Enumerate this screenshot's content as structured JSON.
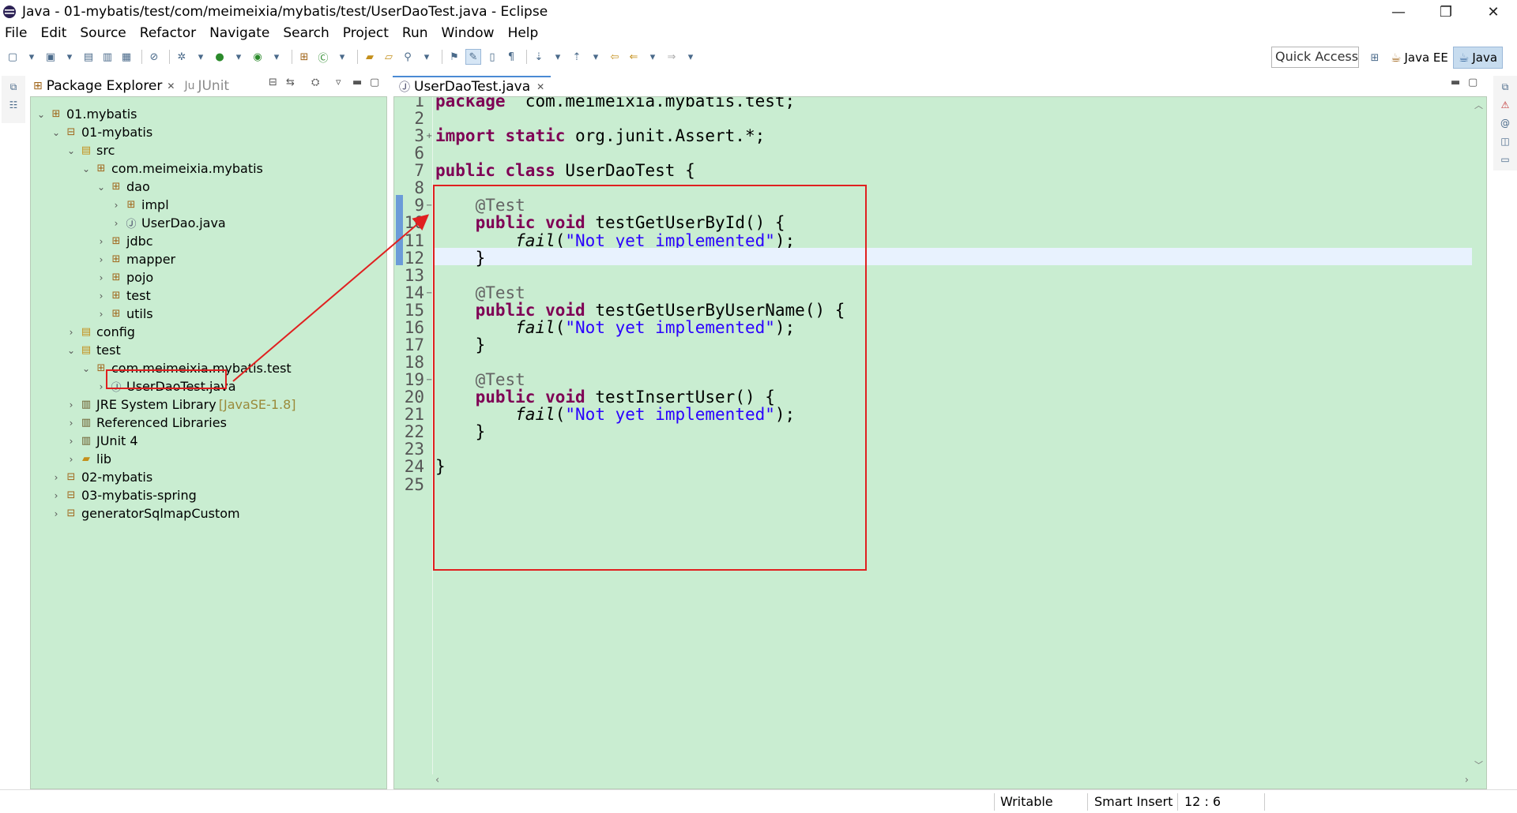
{
  "window": {
    "title": "Java - 01-mybatis/test/com/meimeixia/mybatis/test/UserDaoTest.java - Eclipse",
    "minimize_glyph": "—",
    "maximize_glyph": "❐",
    "close_glyph": "✕"
  },
  "menu": [
    "File",
    "Edit",
    "Source",
    "Refactor",
    "Navigate",
    "Search",
    "Project",
    "Run",
    "Window",
    "Help"
  ],
  "toolbar": {
    "quick_access": "Quick Access",
    "perspectives": [
      {
        "label": "Java EE",
        "icon": "javaee-perspective-icon",
        "active": false
      },
      {
        "label": "Java",
        "icon": "java-perspective-icon",
        "active": true
      }
    ]
  },
  "left_view": {
    "tabs": [
      {
        "label": "Package Explorer",
        "close": "✕",
        "active": true
      },
      {
        "label": "JUnit",
        "active": false
      }
    ]
  },
  "tree": [
    {
      "indent": 0,
      "twisty": "⌄",
      "icon": "project-icon",
      "label": "01.mybatis",
      "decoration": ""
    },
    {
      "indent": 1,
      "twisty": "⌄",
      "icon": "java-project-icon",
      "label": "01-mybatis",
      "decoration": ""
    },
    {
      "indent": 2,
      "twisty": "⌄",
      "icon": "source-folder-icon",
      "label": "src",
      "decoration": ""
    },
    {
      "indent": 3,
      "twisty": "⌄",
      "icon": "package-icon",
      "label": "com.meimeixia.mybatis",
      "decoration": ""
    },
    {
      "indent": 4,
      "twisty": "⌄",
      "icon": "package-icon",
      "label": "dao",
      "decoration": ""
    },
    {
      "indent": 5,
      "twisty": "›",
      "icon": "package-icon",
      "label": "impl",
      "decoration": ""
    },
    {
      "indent": 5,
      "twisty": "›",
      "icon": "java-file-icon",
      "label": "UserDao.java",
      "decoration": ""
    },
    {
      "indent": 4,
      "twisty": "›",
      "icon": "package-icon",
      "label": "jdbc",
      "decoration": ""
    },
    {
      "indent": 4,
      "twisty": "›",
      "icon": "package-icon",
      "label": "mapper",
      "decoration": ""
    },
    {
      "indent": 4,
      "twisty": "›",
      "icon": "package-icon",
      "label": "pojo",
      "decoration": ""
    },
    {
      "indent": 4,
      "twisty": "›",
      "icon": "package-icon",
      "label": "test",
      "decoration": ""
    },
    {
      "indent": 4,
      "twisty": "›",
      "icon": "package-icon",
      "label": "utils",
      "decoration": ""
    },
    {
      "indent": 2,
      "twisty": "›",
      "icon": "source-folder-icon",
      "label": "config",
      "decoration": ""
    },
    {
      "indent": 2,
      "twisty": "⌄",
      "icon": "source-folder-icon",
      "label": "test",
      "decoration": ""
    },
    {
      "indent": 3,
      "twisty": "⌄",
      "icon": "package-icon",
      "label": "com.meimeixia.mybatis.test",
      "decoration": ""
    },
    {
      "indent": 4,
      "twisty": "›",
      "icon": "java-file-icon",
      "label": "UserDaoTest.java",
      "decoration": ""
    },
    {
      "indent": 2,
      "twisty": "›",
      "icon": "library-icon",
      "label": "JRE System Library",
      "decoration": "[JavaSE-1.8]"
    },
    {
      "indent": 2,
      "twisty": "›",
      "icon": "library-icon",
      "label": "Referenced Libraries",
      "decoration": ""
    },
    {
      "indent": 2,
      "twisty": "›",
      "icon": "library-icon",
      "label": "JUnit 4",
      "decoration": ""
    },
    {
      "indent": 2,
      "twisty": "›",
      "icon": "folder-icon",
      "label": "lib",
      "decoration": ""
    },
    {
      "indent": 1,
      "twisty": "›",
      "icon": "java-project-icon",
      "label": "02-mybatis",
      "decoration": ""
    },
    {
      "indent": 1,
      "twisty": "›",
      "icon": "java-project-icon",
      "label": "03-mybatis-spring",
      "decoration": ""
    },
    {
      "indent": 1,
      "twisty": "›",
      "icon": "java-project-icon",
      "label": "generatorSqlmapCustom",
      "decoration": ""
    }
  ],
  "editor": {
    "tab_label": "UserDaoTest.java",
    "tab_close": "✕",
    "current_line": 12,
    "lines": [
      {
        "n": 1,
        "fold": "",
        "tokens": [
          [
            "kw",
            "package"
          ],
          [
            "",
            "  com.meimeixia.mybatis.test;"
          ]
        ]
      },
      {
        "n": 2,
        "fold": "",
        "tokens": []
      },
      {
        "n": 3,
        "fold": "+",
        "tokens": [
          [
            "kw",
            "import"
          ],
          [
            "",
            " "
          ],
          [
            "kw",
            "static"
          ],
          [
            "",
            " org.junit.Assert.*;"
          ]
        ]
      },
      {
        "n": 6,
        "fold": "",
        "tokens": []
      },
      {
        "n": 7,
        "fold": "",
        "tokens": [
          [
            "kw",
            "public"
          ],
          [
            "",
            " "
          ],
          [
            "kw",
            "class"
          ],
          [
            "",
            " UserDaoTest {"
          ]
        ]
      },
      {
        "n": 8,
        "fold": "",
        "tokens": []
      },
      {
        "n": 9,
        "fold": "−",
        "tokens": [
          [
            "",
            "    "
          ],
          [
            "ann",
            "@Test"
          ]
        ]
      },
      {
        "n": 10,
        "fold": "",
        "tokens": [
          [
            "",
            "    "
          ],
          [
            "kw",
            "public"
          ],
          [
            "",
            " "
          ],
          [
            "kw",
            "void"
          ],
          [
            "",
            " testGetUserById() {"
          ]
        ]
      },
      {
        "n": 11,
        "fold": "",
        "tokens": [
          [
            "",
            "        "
          ],
          [
            "it",
            "fail"
          ],
          [
            "",
            "("
          ],
          [
            "str",
            "\"Not yet implemented\""
          ],
          [
            "",
            ");"
          ]
        ]
      },
      {
        "n": 12,
        "fold": "",
        "tokens": [
          [
            "",
            "    }"
          ]
        ]
      },
      {
        "n": 13,
        "fold": "",
        "tokens": []
      },
      {
        "n": 14,
        "fold": "−",
        "tokens": [
          [
            "",
            "    "
          ],
          [
            "ann",
            "@Test"
          ]
        ]
      },
      {
        "n": 15,
        "fold": "",
        "tokens": [
          [
            "",
            "    "
          ],
          [
            "kw",
            "public"
          ],
          [
            "",
            " "
          ],
          [
            "kw",
            "void"
          ],
          [
            "",
            " testGetUserByUserName() {"
          ]
        ]
      },
      {
        "n": 16,
        "fold": "",
        "tokens": [
          [
            "",
            "        "
          ],
          [
            "it",
            "fail"
          ],
          [
            "",
            "("
          ],
          [
            "str",
            "\"Not yet implemented\""
          ],
          [
            "",
            ");"
          ]
        ]
      },
      {
        "n": 17,
        "fold": "",
        "tokens": [
          [
            "",
            "    }"
          ]
        ]
      },
      {
        "n": 18,
        "fold": "",
        "tokens": []
      },
      {
        "n": 19,
        "fold": "−",
        "tokens": [
          [
            "",
            "    "
          ],
          [
            "ann",
            "@Test"
          ]
        ]
      },
      {
        "n": 20,
        "fold": "",
        "tokens": [
          [
            "",
            "    "
          ],
          [
            "kw",
            "public"
          ],
          [
            "",
            " "
          ],
          [
            "kw",
            "void"
          ],
          [
            "",
            " testInsertUser() {"
          ]
        ]
      },
      {
        "n": 21,
        "fold": "",
        "tokens": [
          [
            "",
            "        "
          ],
          [
            "it",
            "fail"
          ],
          [
            "",
            "("
          ],
          [
            "str",
            "\"Not yet implemented\""
          ],
          [
            "",
            ");"
          ]
        ]
      },
      {
        "n": 22,
        "fold": "",
        "tokens": [
          [
            "",
            "    }"
          ]
        ]
      },
      {
        "n": 23,
        "fold": "",
        "tokens": []
      },
      {
        "n": 24,
        "fold": "",
        "tokens": [
          [
            "",
            "}"
          ]
        ]
      },
      {
        "n": 25,
        "fold": "",
        "tokens": []
      }
    ]
  },
  "status": {
    "writable": "Writable",
    "insert_mode": "Smart Insert",
    "position": "12 : 6"
  },
  "colors": {
    "editor_bg": "#c9edd1",
    "keyword": "#7f0055",
    "string": "#2a00ff",
    "annotation": "#646464",
    "highlight_red": "#e02020"
  }
}
